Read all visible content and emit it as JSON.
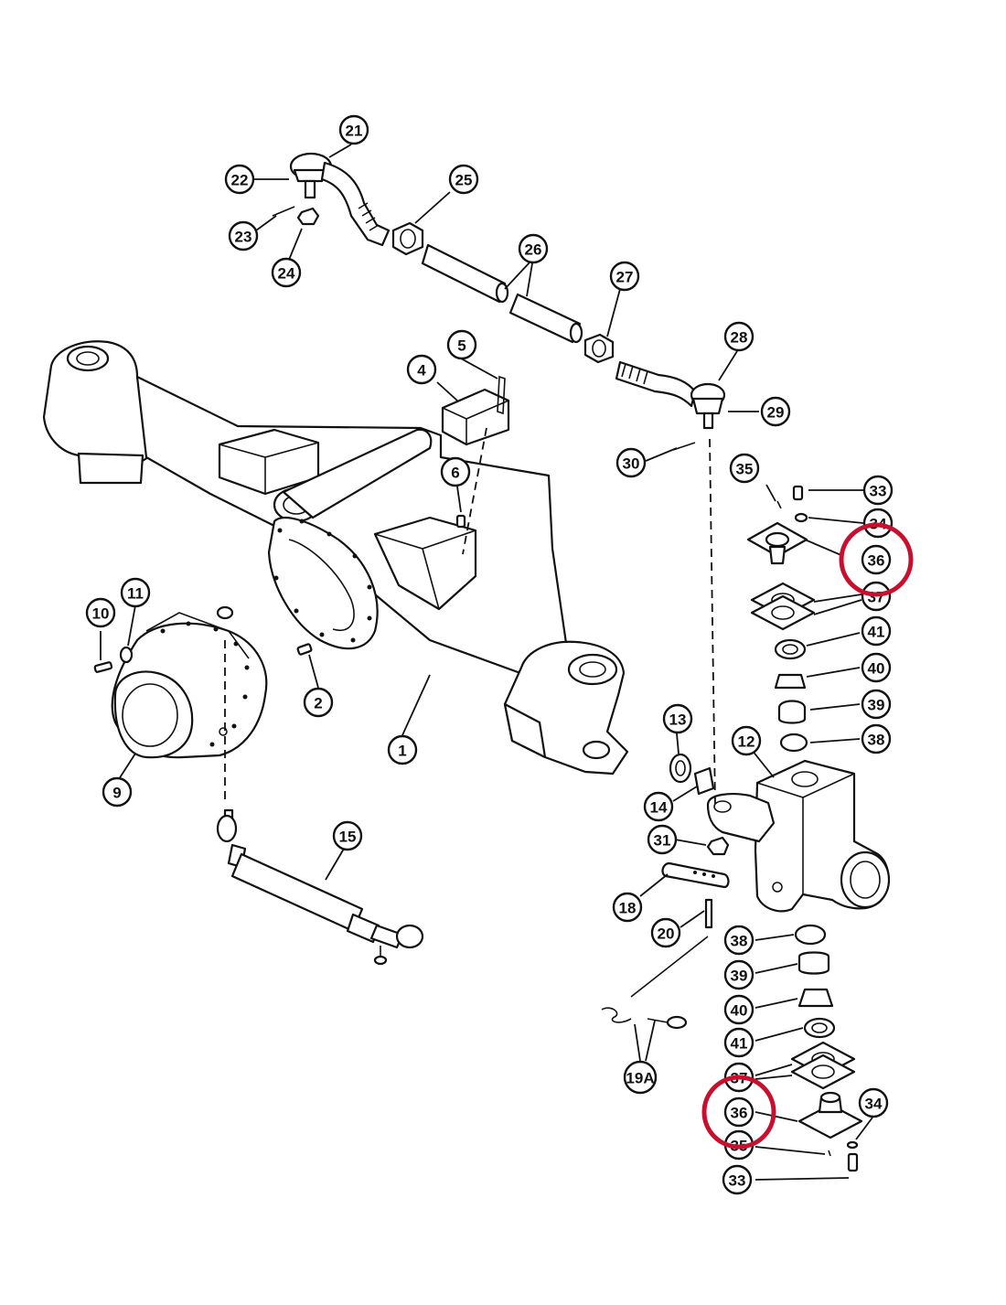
{
  "diagram": {
    "callouts": [
      {
        "id": "c1",
        "label": "1"
      },
      {
        "id": "c2",
        "label": "2"
      },
      {
        "id": "c4",
        "label": "4"
      },
      {
        "id": "c5",
        "label": "5"
      },
      {
        "id": "c6",
        "label": "6"
      },
      {
        "id": "c9",
        "label": "9"
      },
      {
        "id": "c10",
        "label": "10"
      },
      {
        "id": "c11",
        "label": "11"
      },
      {
        "id": "c12",
        "label": "12"
      },
      {
        "id": "c13",
        "label": "13"
      },
      {
        "id": "c14",
        "label": "14"
      },
      {
        "id": "c15",
        "label": "15"
      },
      {
        "id": "c18",
        "label": "18"
      },
      {
        "id": "c19a",
        "label": "19A"
      },
      {
        "id": "c20",
        "label": "20"
      },
      {
        "id": "c21",
        "label": "21"
      },
      {
        "id": "c22",
        "label": "22"
      },
      {
        "id": "c23",
        "label": "23"
      },
      {
        "id": "c24",
        "label": "24"
      },
      {
        "id": "c25",
        "label": "25"
      },
      {
        "id": "c26",
        "label": "26"
      },
      {
        "id": "c27",
        "label": "27"
      },
      {
        "id": "c28",
        "label": "28"
      },
      {
        "id": "c29",
        "label": "29"
      },
      {
        "id": "c30",
        "label": "30"
      },
      {
        "id": "c31",
        "label": "31"
      },
      {
        "id": "c33a",
        "label": "33"
      },
      {
        "id": "c34a",
        "label": "34"
      },
      {
        "id": "c35a",
        "label": "35"
      },
      {
        "id": "c36a",
        "label": "36"
      },
      {
        "id": "c37a",
        "label": "37"
      },
      {
        "id": "c38a",
        "label": "38"
      },
      {
        "id": "c39a",
        "label": "39"
      },
      {
        "id": "c40a",
        "label": "40"
      },
      {
        "id": "c41a",
        "label": "41"
      },
      {
        "id": "c38b",
        "label": "38"
      },
      {
        "id": "c39b",
        "label": "39"
      },
      {
        "id": "c40b",
        "label": "40"
      },
      {
        "id": "c41b",
        "label": "41"
      },
      {
        "id": "c37b",
        "label": "37"
      },
      {
        "id": "c36b",
        "label": "36"
      },
      {
        "id": "c35b",
        "label": "35"
      },
      {
        "id": "c34b",
        "label": "34"
      },
      {
        "id": "c33b",
        "label": "33"
      }
    ],
    "highlight_color": "#c8102e",
    "highlighted": [
      "c36a",
      "c36b"
    ]
  }
}
